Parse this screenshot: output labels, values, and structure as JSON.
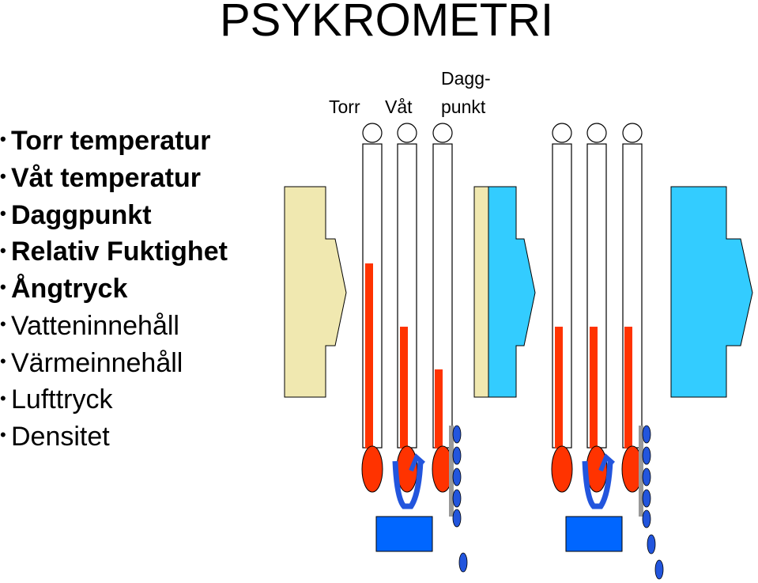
{
  "title": "PSYKROMETRI",
  "bullets": [
    {
      "text": "Torr temperatur",
      "bold": true
    },
    {
      "text": "Våt temperatur",
      "bold": true
    },
    {
      "text": "Daggpunkt",
      "bold": true
    },
    {
      "text": "Relativ Fuktighet",
      "bold": true
    },
    {
      "text": "Ångtryck",
      "bold": true
    },
    {
      "text": "Vatteninnehåll",
      "bold": false
    },
    {
      "text": "Värmeinnehåll",
      "bold": false
    },
    {
      "text": "Lufttryck",
      "bold": false
    },
    {
      "text": "Densitet",
      "bold": false
    }
  ],
  "thermometer_labels": {
    "dry": "Torr",
    "wet": "Våt",
    "dew_line1": "Dagg-",
    "dew_line2": "punkt"
  },
  "colors": {
    "warm_air": "#f0e8b0",
    "cold_air": "#33ccff",
    "mercury": "#ff3300",
    "water": "#0066ff",
    "drop": "#2255dd",
    "cold_plate": "#999999"
  }
}
